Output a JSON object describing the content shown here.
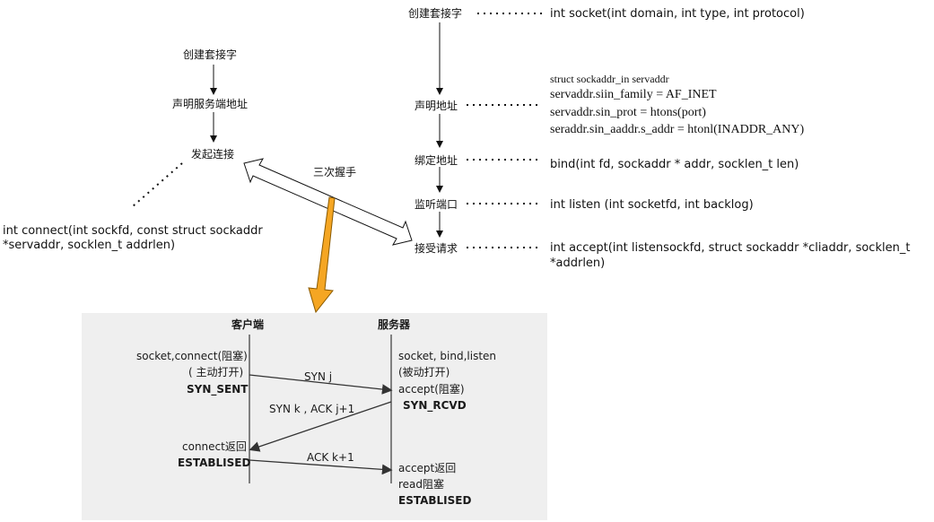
{
  "left_flow": {
    "step1": "创建套接字",
    "step2": "声明服务端地址",
    "step3": "发起连接",
    "connect_sig_line1": "int connect(int sockfd, const struct sockaddr",
    "connect_sig_line2": "*servaddr,  socklen_t addrlen)"
  },
  "handshake_label": "三次握手",
  "right_flow": {
    "step1": "创建套接字",
    "step2": "声明地址",
    "step3": "绑定地址",
    "step4": "监听端口",
    "step5": "接受请求"
  },
  "right_annotations": {
    "socket_sig": "int socket(int domain, int type, int protocol)",
    "servaddr_lines": [
      "struct sockaddr_in servaddr",
      "servaddr.siin_family = AF_INET",
      "servaddr.sin_prot = htons(port)",
      "seraddr.sin_aaddr.s_addr = htonl(INADDR_ANY)"
    ],
    "bind_sig": "bind(int fd, sockaddr * addr, socklen_t len)",
    "listen_sig": "int listen (int socketfd, int backlog)",
    "accept_sig_line1": "int accept(int listensockfd, struct sockaddr *cliaddr, socklen_t",
    "accept_sig_line2": "*addrlen)"
  },
  "sequence": {
    "client_header": "客户端",
    "server_header": "服务器",
    "client_1": "socket,connect(阻塞)",
    "client_2": "( 主动打开)",
    "client_state_1": "SYN_SENT",
    "server_1": "socket, bind,listen",
    "server_2": "(被动打开)",
    "server_3": "accept(阻塞)",
    "server_state_1": "SYN_RCVD",
    "msg_1": "SYN j",
    "msg_2": "SYN k , ACK j+1",
    "msg_3": "ACK k+1",
    "client_3": "connect返回",
    "client_state_2": "ESTABLISED",
    "server_4": "accept返回",
    "server_5": "read阻塞",
    "server_state_2": "ESTABLISED"
  },
  "colors": {
    "orange_arrow": "#F5A623",
    "panel_bg": "#efefef"
  }
}
